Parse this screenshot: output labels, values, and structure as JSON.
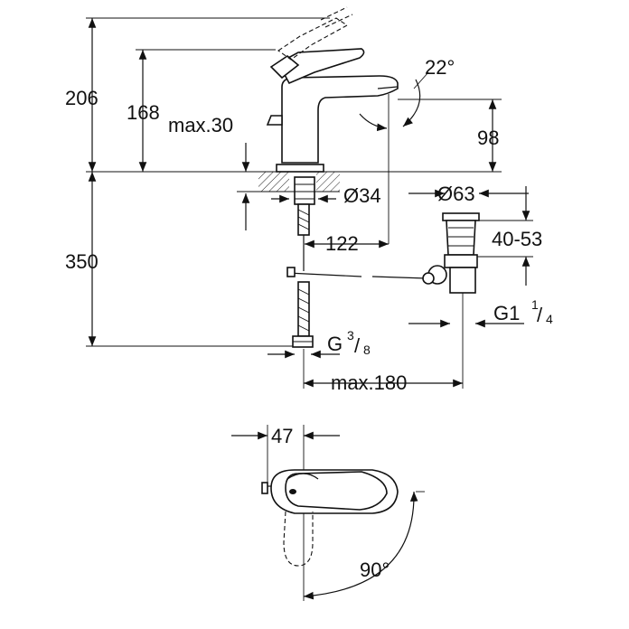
{
  "dimensions": {
    "h206": "206",
    "h168": "168",
    "max30": "max.30",
    "angle22": "22°",
    "h98": "98",
    "d34": "Ø34",
    "d63": "Ø63",
    "r40_53": "40-53",
    "l122": "122",
    "h350": "350",
    "g1_main": "G1",
    "g1_frac_num": "1",
    "g1_frac_den": "4",
    "g38_main": "G",
    "g38_frac_num": "3",
    "g38_frac_den": "8",
    "max180": "max.180",
    "w47": "47",
    "angle90": "90°"
  }
}
